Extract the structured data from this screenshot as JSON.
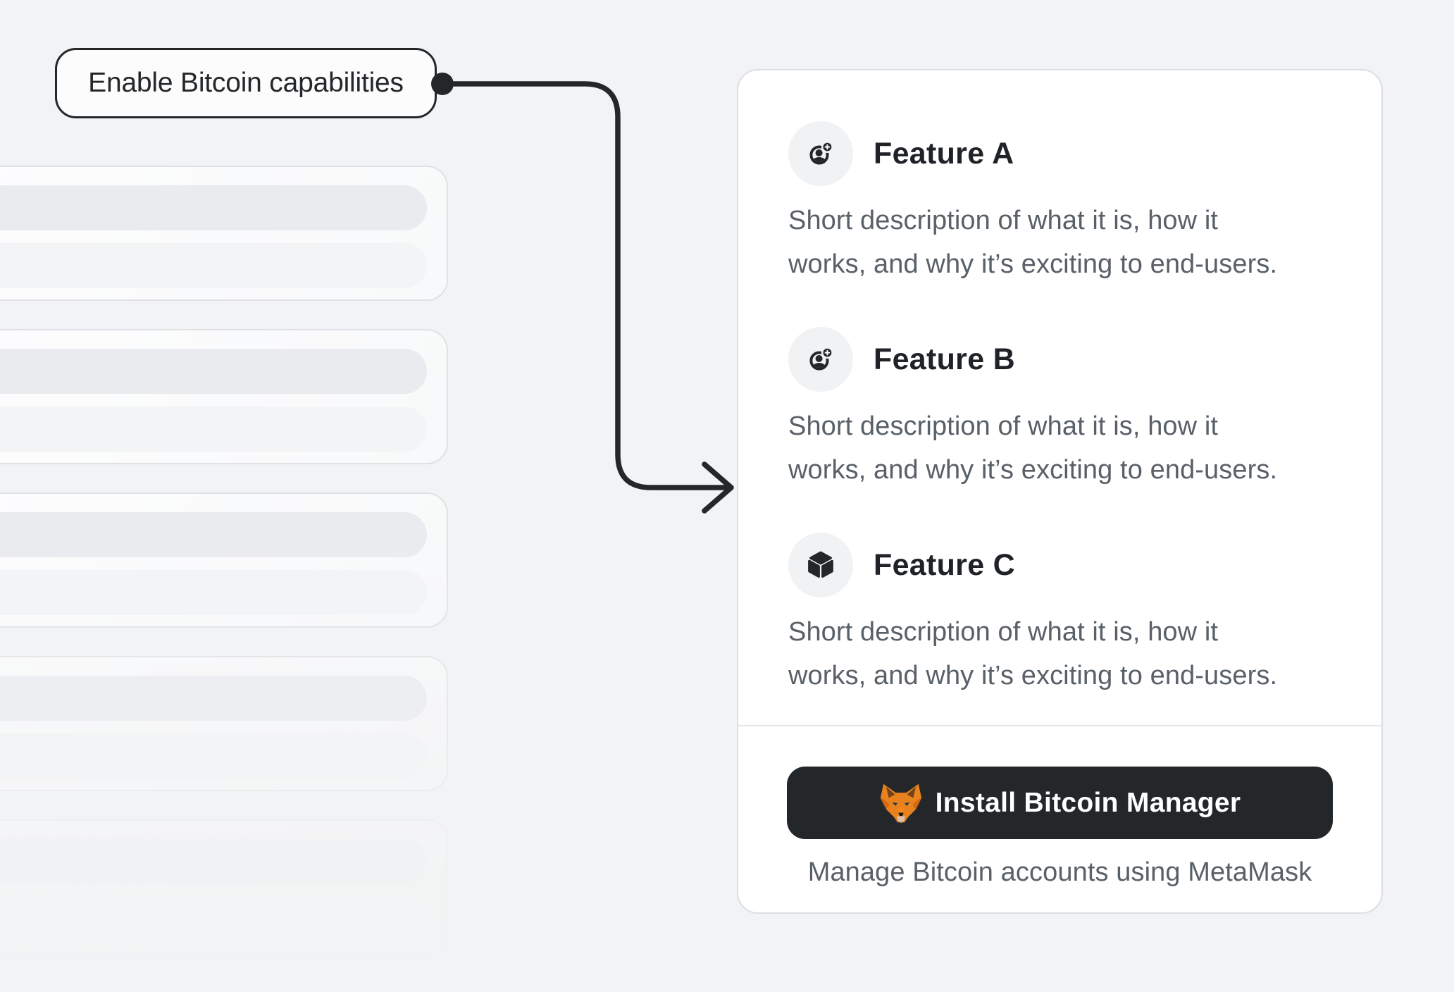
{
  "callout": {
    "label": "Enable Bitcoin capabilities"
  },
  "connector": {
    "color": "#24272a",
    "style": "rounded-elbow-arrow"
  },
  "skeleton": {
    "card_count": 5,
    "placeholder_lines_per_card": 2
  },
  "features": [
    {
      "title": "Feature A",
      "icon": "person-add-icon",
      "description_lines": [
        "Short description of what it is, how it",
        "works, and why it’s exciting to end-users."
      ]
    },
    {
      "title": "Feature B",
      "icon": "person-add-icon",
      "description_lines": [
        "Short description of what it is, how it",
        "works, and why it’s exciting to end-users."
      ]
    },
    {
      "title": "Feature C",
      "icon": "cube-icon",
      "description_lines": [
        "Short description of what it is, how it",
        "works, and why it’s exciting to end-users."
      ]
    }
  ],
  "install": {
    "button_label": "Install Bitcoin Manager",
    "button_icon": "metamask-fox-icon",
    "caption": "Manage Bitcoin accounts using MetaMask"
  },
  "colors": {
    "page_bg": "#f2f3f4",
    "accent_dark": "#24272a",
    "card_bg": "#ffffff",
    "card_border": "#dbdee3",
    "divider": "#e5e7ea",
    "muted_text": "#596067",
    "icon_bubble_bg": "#f1f2f4",
    "fox_orange": "#e8821e"
  }
}
